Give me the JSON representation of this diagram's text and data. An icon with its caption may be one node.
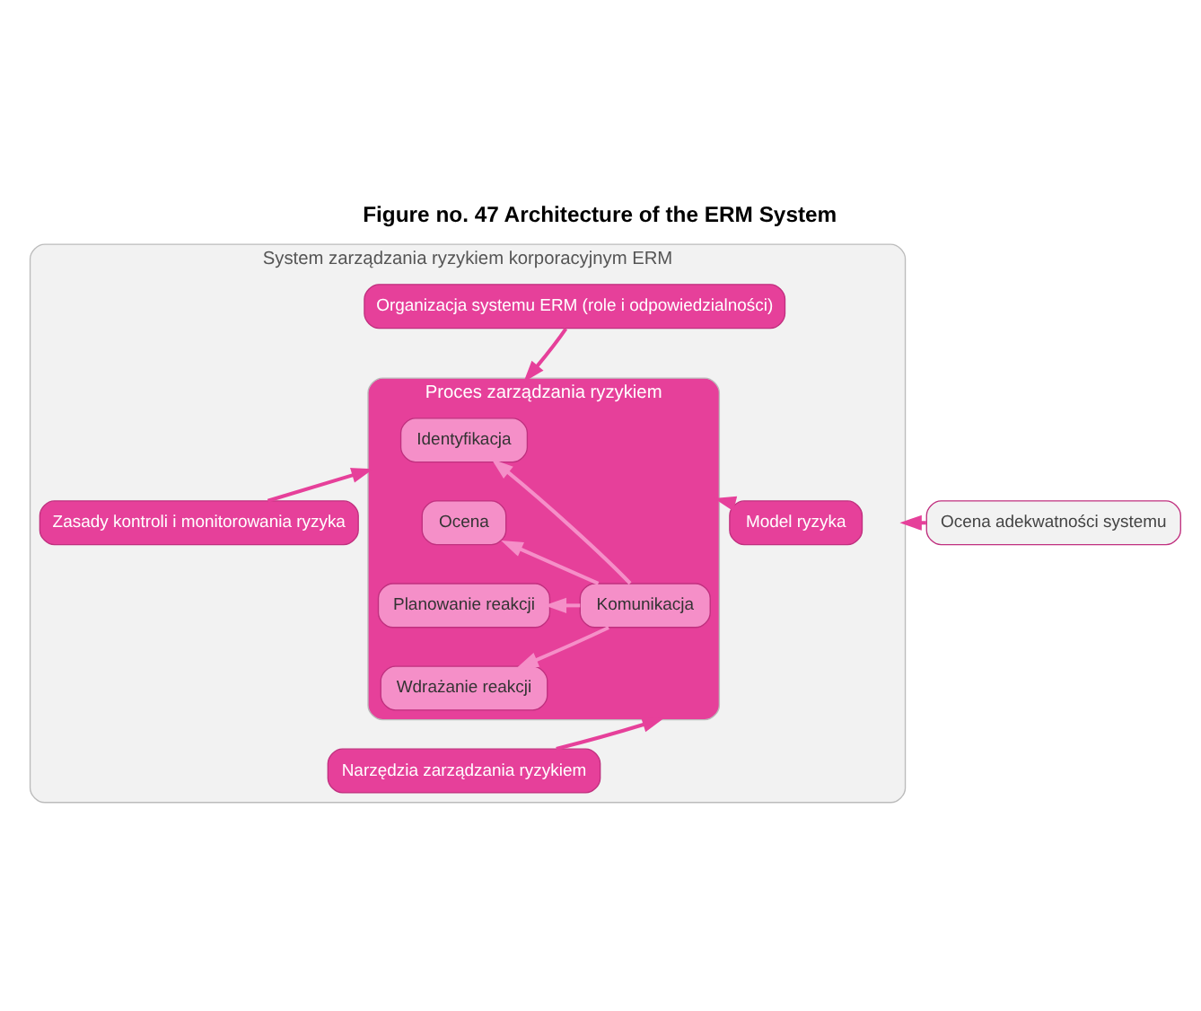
{
  "diagram": {
    "title": "Figure no. 47 Architecture of the ERM System",
    "nodes": [
      {
        "text": [
          "System zarządzania ryzykiem korporacyjnym ERM"
        ]
      },
      {
        "text": [
          "Organizacja systemu ERM (role i odpowiedzialności)"
        ],
        "in": 0
      },
      {
        "text": [
          "Zasady kontroli i monitorowania ryzyka"
        ],
        "in": 0
      },
      {
        "text": [
          "Proces zarządzania ryzykiem"
        ],
        "in": 0
      },
      {
        "text": [
          "Identyfikacja"
        ],
        "in": 3
      },
      {
        "text": [
          "Ocena"
        ],
        "in": 3
      },
      {
        "text": [
          "Planowanie reakcji"
        ],
        "in": 3
      },
      {
        "text": [
          "Wdrażanie reakcji"
        ],
        "in": 3
      },
      {
        "text": [
          "Komunikacja"
        ],
        "in": 3
      },
      {
        "text": [
          "Model ryzyka"
        ],
        "in": 0
      },
      {
        "text": [
          "Narzędzia zarządzania ryzykiem"
        ],
        "in": 0
      },
      {
        "text": [
          "Ocena adekwatności systemu"
        ]
      }
    ],
    "edges": [
      {
        "from": 1,
        "to": 3,
        "arrow": "to"
      },
      {
        "from": 2,
        "to": 3,
        "arrow": "to"
      },
      {
        "from": 9,
        "to": 3,
        "arrow": "to"
      },
      {
        "from": 10,
        "to": 3,
        "arrow": "to"
      },
      {
        "from": 8,
        "to": 4,
        "arrow": "to",
        "color": "#f58fc8"
      },
      {
        "from": 8,
        "to": 5,
        "arrow": "to",
        "color": "#f58fc8"
      },
      {
        "from": 8,
        "to": 6,
        "arrow": "to",
        "color": "#f58fc8"
      },
      {
        "from": 8,
        "to": 7,
        "arrow": "to",
        "color": "#f58fc8"
      },
      {
        "from": 11,
        "to": 0,
        "arrow": "to"
      }
    ]
  }
}
